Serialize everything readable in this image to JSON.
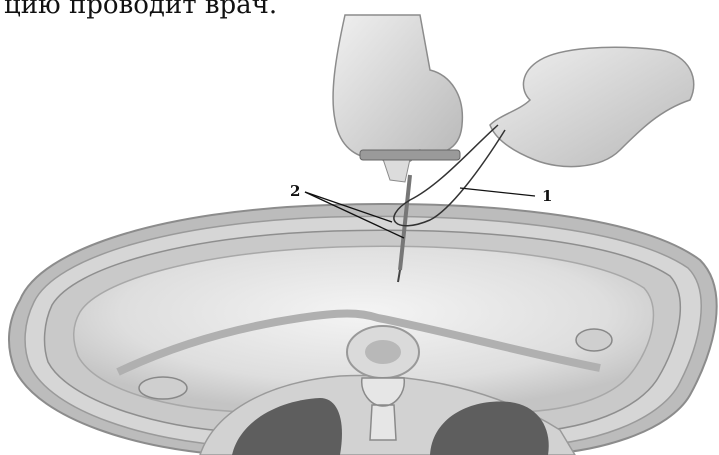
{
  "page": {
    "caption_fragment": "цию проводит врач.",
    "callouts": {
      "one": "1",
      "two": "2"
    }
  },
  "colors": {
    "background": "#ffffff",
    "tissue_light": "#e6e6e6",
    "tissue_mid": "#bdbdbd",
    "organ_dark": "#5e5e5e",
    "glove": "#dcdcdc",
    "instrument": "#8a8a8a"
  }
}
